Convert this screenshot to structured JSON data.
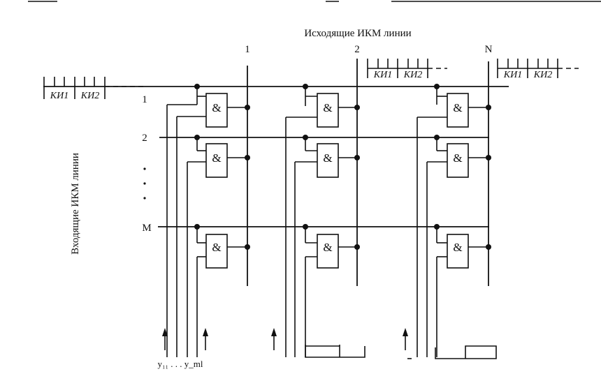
{
  "diagram": {
    "title_outgoing": "Исходящие ИКМ линии",
    "title_incoming": "Входящие ИКМ линии",
    "column_labels": [
      "1",
      "2",
      "N"
    ],
    "row_labels": [
      "1",
      "2",
      "M"
    ],
    "gate_symbol": "&",
    "channel_interval_labels": [
      "КИ1",
      "КИ2"
    ],
    "control_label": "y₁₁ . . . y_ml",
    "continuation_dots": "· · ·"
  }
}
